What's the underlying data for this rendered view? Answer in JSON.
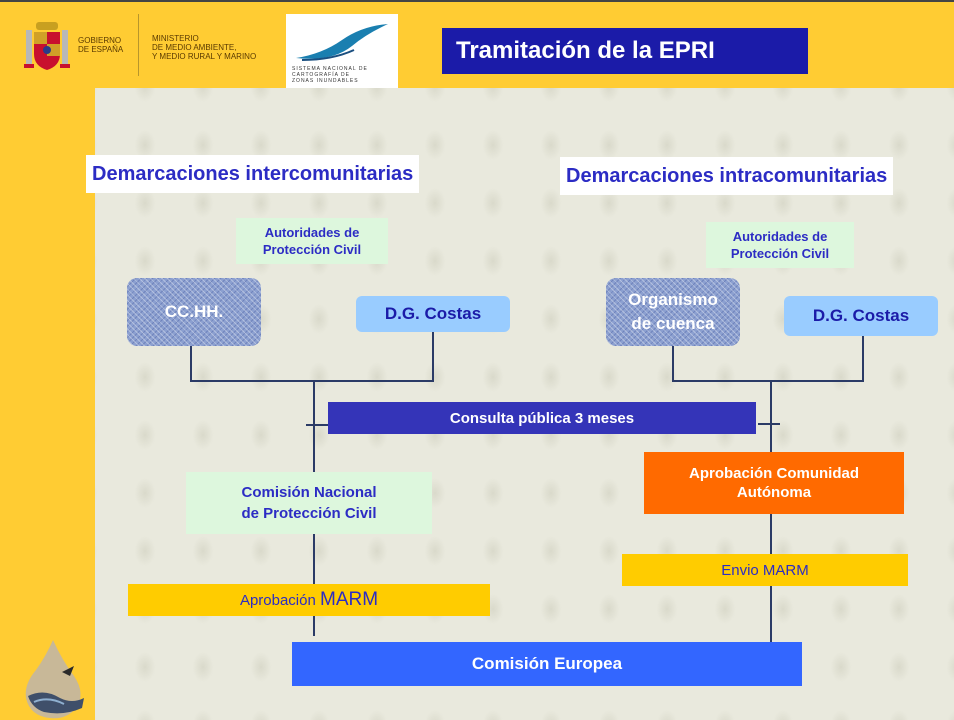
{
  "header": {
    "gobierno": [
      "GOBIERNO",
      "DE ESPAÑA"
    ],
    "ministerio": [
      "MINISTERIO",
      "DE MEDIO AMBIENTE,",
      "Y MEDIO RURAL Y MARINO"
    ],
    "cartografia": [
      "SISTEMA NACIONAL DE",
      "CARTOGRAFÍA DE",
      "ZONAS INUNDABLES"
    ],
    "title": "Tramitación de la EPRI"
  },
  "left": {
    "heading": "Demarcaciones intercomunitarias",
    "autoridades": [
      "Autoridades de",
      "Protección Civil"
    ],
    "cchh": "CC.HH.",
    "costas": "D.G. Costas",
    "comision_nacional": [
      "Comisión Nacional",
      "de Protección Civil"
    ],
    "aprobacion_prefix": "Aprobación ",
    "aprobacion_big": "MARM"
  },
  "right": {
    "heading": "Demarcaciones intracomunitarias",
    "autoridades": [
      "Autoridades de",
      "Protección Civil"
    ],
    "organismo": [
      "Organismo",
      "de cuenca"
    ],
    "costas": "D.G. Costas",
    "aprobacion_ca": [
      "Aprobación Comunidad",
      "Autónoma"
    ],
    "envio": "Envio MARM"
  },
  "consulta": "Consulta pública 3 meses",
  "europa": "Comisión Europea",
  "colors": {
    "yellow": "#ffcc33",
    "title_blue": "#1b1ba8",
    "text_blue": "#2c2cc4",
    "orange": "#ff6a00",
    "europe_blue": "#3366ff"
  }
}
